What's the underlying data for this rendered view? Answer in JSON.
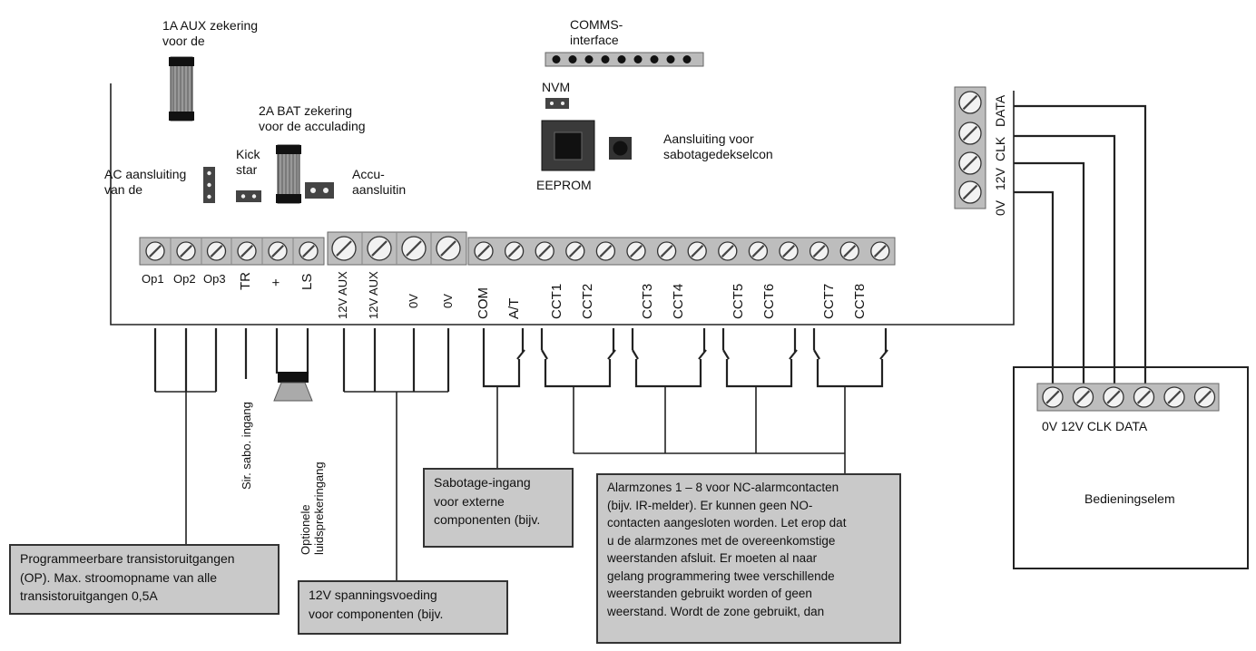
{
  "labels": {
    "aux_fuse": [
      "1A AUX zekering",
      "voor de"
    ],
    "bat_fuse": [
      "2A BAT zekering",
      "voor de acculading"
    ],
    "kick": [
      "Kick",
      "star"
    ],
    "ac": [
      "AC aansluiting",
      "van de"
    ],
    "accu": [
      "Accu-",
      "aansluitin"
    ],
    "comms": [
      "COMMS-",
      "interface"
    ],
    "nvm": "NVM",
    "eeprom": "EEPROM",
    "tamper": [
      "Aansluiting voor",
      "sabotagedekselcon"
    ]
  },
  "terminals_left": [
    "Op1",
    "Op2",
    "Op3",
    "TR",
    "+",
    "LS"
  ],
  "terminals_power": [
    "12V AUX",
    "12V AUX",
    "0V",
    "0V"
  ],
  "terminals_zones": [
    "COM",
    "A/T",
    "CCT1",
    "CCT2",
    "CCT3",
    "CCT4",
    "CCT5",
    "CCT6",
    "CCT7",
    "CCT8"
  ],
  "terminals_keypad": [
    "0V",
    "12V",
    "CLK",
    "DATA"
  ],
  "side_labels": {
    "siren_tamper": "Sir. sabo. ingang",
    "speaker": [
      "Optionele",
      "luidsprekeringang"
    ]
  },
  "keypad": {
    "bottom_labels": "0V 12V CLK DATA",
    "name": "Bedieningselem"
  },
  "notes": {
    "outputs": [
      "Programmeerbare transistoruitgangen",
      "(OP). Max. stroomopname van alle",
      "transistoruitgangen 0,5A"
    ],
    "power": [
      "12V spanningsvoeding",
      "voor componenten (bijv."
    ],
    "sabotage": [
      "Sabotage-ingang",
      "voor externe",
      "componenten (bijv."
    ],
    "alarm": [
      "Alarmzones 1 – 8 voor NC-alarmcontacten",
      "(bijv. IR-melder). Er kunnen geen NO-",
      "contacten aangesloten worden. Let erop dat",
      "u de alarmzones met de overeenkomstige",
      "weerstanden afsluit. Er moeten al naar",
      "gelang programmering twee verschillende",
      "weerstanden gebruikt worden of geen",
      "weerstand. Wordt de zone gebruikt, dan"
    ]
  }
}
